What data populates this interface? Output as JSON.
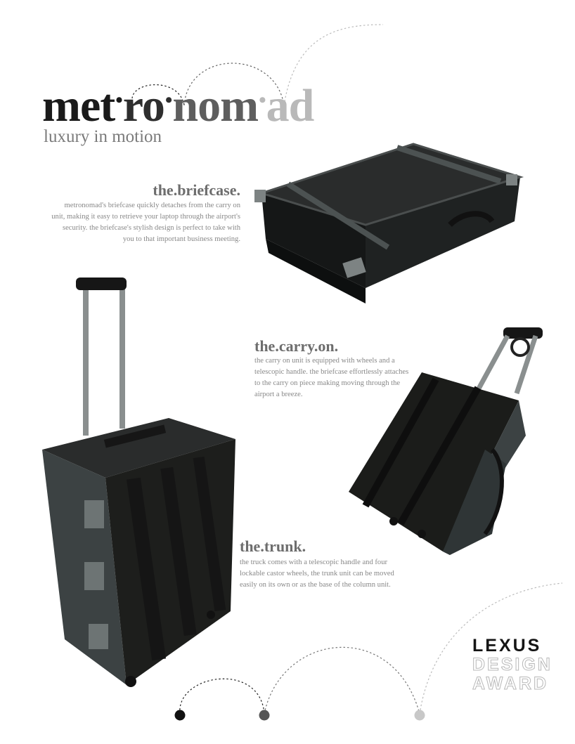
{
  "title": {
    "seg1": "met",
    "seg2": "ro",
    "seg3": "nom",
    "seg4": "ad",
    "dot": "•",
    "tagline": "luxury in motion"
  },
  "briefcase": {
    "heading": "the.briefcase.",
    "body": "metronomad's briefcase quickly detaches from the carry on unit, making it easy to retrieve your laptop through the airport's security.  the briefcase's stylish design is perfect to take with you to that important business meeting."
  },
  "carryon": {
    "heading": "the.carry.on.",
    "body": "the carry on unit is equipped with wheels and a telescopic handle.  the briefcase effortlessly attaches to the carry on piece making moving through the airport a breeze."
  },
  "trunk": {
    "heading": "the.trunk.",
    "body": "the truck comes with a telescopic handle and four lockable castor wheels, the trunk unit can be moved easily on its own or as the base of the column unit."
  },
  "award": {
    "line1": "LEXUS",
    "line2": "DESIGN",
    "line3": "AWARD"
  },
  "colors": {
    "dark": "#1a1a1a",
    "mid": "#5e5e5e",
    "light": "#b9b9b9",
    "text": "#888888"
  }
}
